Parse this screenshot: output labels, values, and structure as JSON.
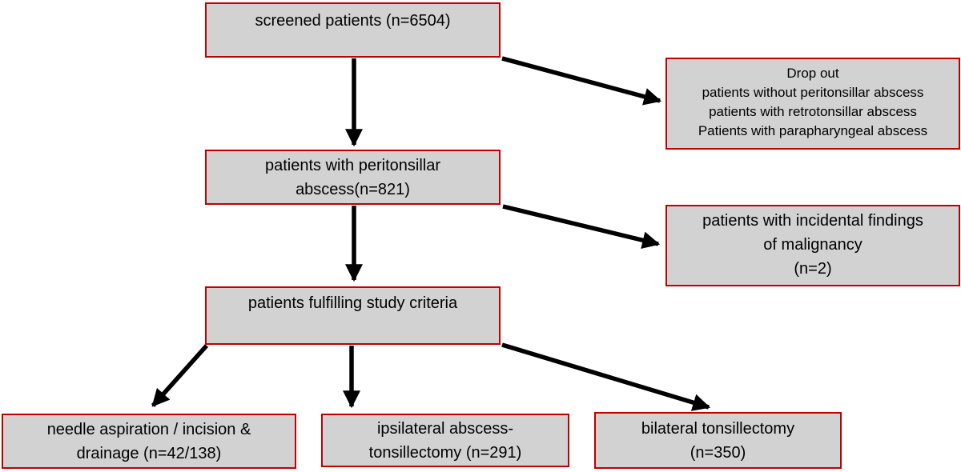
{
  "diagram": {
    "colors": {
      "background": "#ffffff",
      "box_fill": "#d2d2d2",
      "box_border": "#c00000",
      "arrow": "#000000",
      "text": "#000000"
    },
    "boxes": {
      "screened": {
        "lines": [
          "screened patients (n=6504)"
        ]
      },
      "dropout": {
        "title": "Drop out",
        "lines": [
          "patients without peritonsillar abscess",
          "patients with retrotonsillar abscess",
          "Patients with parapharyngeal abscess"
        ]
      },
      "peritonsillar": {
        "lines": [
          "patients with peritonsillar",
          "abscess(n=821)"
        ]
      },
      "malignancy": {
        "lines": [
          "patients with incidental findings",
          "of malignancy",
          "(n=2)"
        ]
      },
      "criteria": {
        "lines": [
          "patients fulfilling study criteria"
        ]
      },
      "needle": {
        "lines": [
          "needle aspiration / incision &",
          "drainage (n=42/138)"
        ]
      },
      "ipsilateral": {
        "lines": [
          "ipsilateral abscess-",
          "tonsillectomy (n=291)"
        ]
      },
      "bilateral": {
        "lines": [
          "bilateral tonsillectomy",
          "(n=350)"
        ]
      }
    }
  }
}
